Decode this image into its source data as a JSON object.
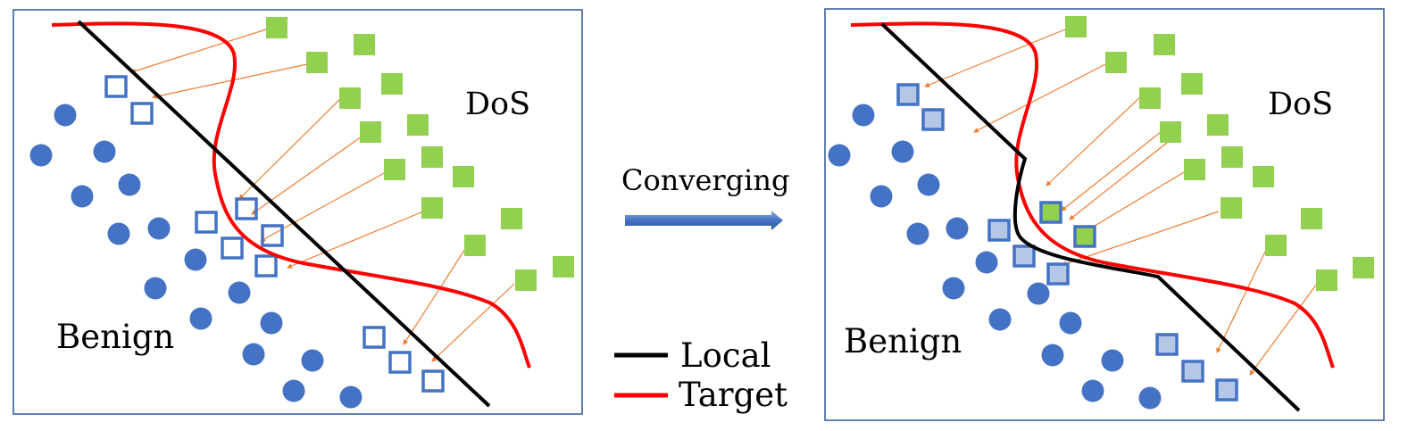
{
  "panels": {
    "left": {
      "label_dos": "DoS",
      "label_benign": "Benign"
    },
    "right": {
      "label_dos": "DoS",
      "label_benign": "Benign"
    }
  },
  "middle": {
    "label": "Converging"
  },
  "legend": {
    "items": [
      {
        "label": "Local",
        "color": "#000000"
      },
      {
        "label": "Target",
        "color": "#ff0000"
      }
    ]
  },
  "colors": {
    "benign_dot": "#4472c4",
    "dos_square": "#92d050",
    "adversarial_outline": "#4472c4",
    "adversarial_fill_converged": "#b4c7e7",
    "perturbation_arrow": "#ed7d31",
    "local_boundary": "#000000",
    "target_boundary": "#ff0000",
    "frame": "#2f5597"
  }
}
